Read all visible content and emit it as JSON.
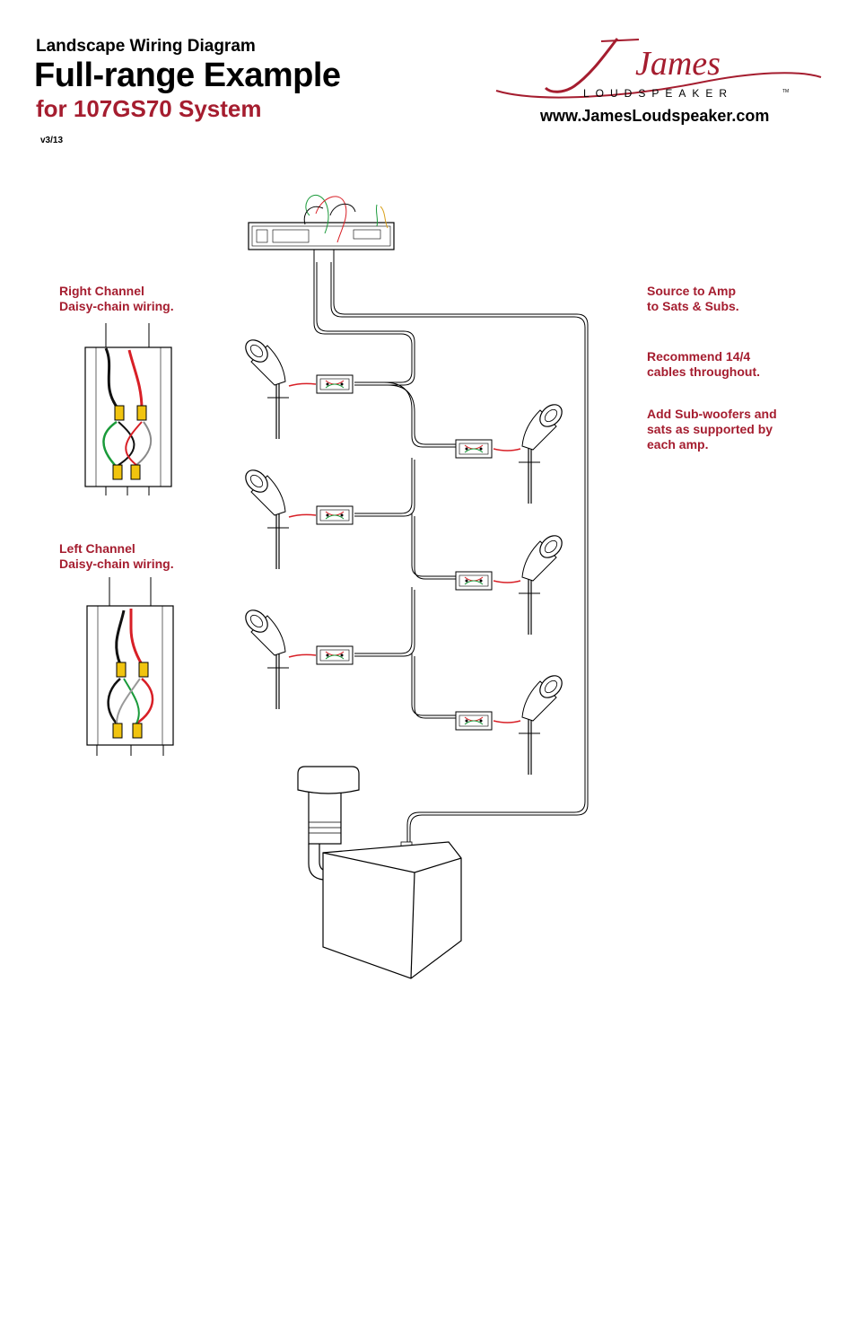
{
  "header": {
    "subtitle": "Landscape Wiring Diagram",
    "title": "Full-range Example",
    "system": "for 107GS70 System",
    "version": "v3/13"
  },
  "brand": {
    "logo_script": "James",
    "logo_caption": "LOUDSPEAKER",
    "trademark": "TM",
    "website": "www.JamesLoudspeaker.com",
    "color": "#a51d2f"
  },
  "notes": {
    "right_channel": "Right Channel\nDaisy-chain wiring.",
    "left_channel": "Left Channel\nDaisy-chain wiring.",
    "source": "Source to Amp\nto Sats & Subs.",
    "cables": "Recommend 14/4\ncables throughout.",
    "subs": "Add Sub-woofers and\nsats as supported by\neach amp."
  },
  "components": {
    "amplifier_icon": "amplifier-icon",
    "speaker_icon": "spotlight-speaker-icon",
    "junction_icon": "junction-box-icon",
    "subwoofer_icon": "buried-subwoofer-icon",
    "satellite_count": 6,
    "wire_colors": {
      "black": "#111111",
      "red": "#d81f26",
      "green": "#1a9a3a",
      "white": "#ffffff"
    }
  }
}
